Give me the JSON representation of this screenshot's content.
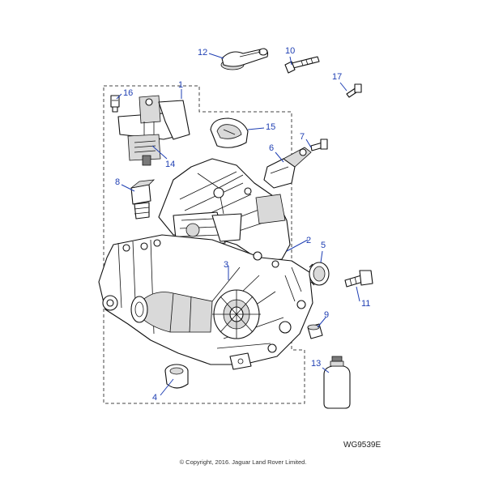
{
  "diagram": {
    "reference": "WG9539E",
    "copyright": "© Copyright, 2016. Jaguar Land Rover Limited.",
    "callouts": [
      "1",
      "2",
      "3",
      "4",
      "5",
      "6",
      "7",
      "8",
      "9",
      "10",
      "11",
      "12",
      "13",
      "14",
      "15",
      "16",
      "17"
    ]
  }
}
